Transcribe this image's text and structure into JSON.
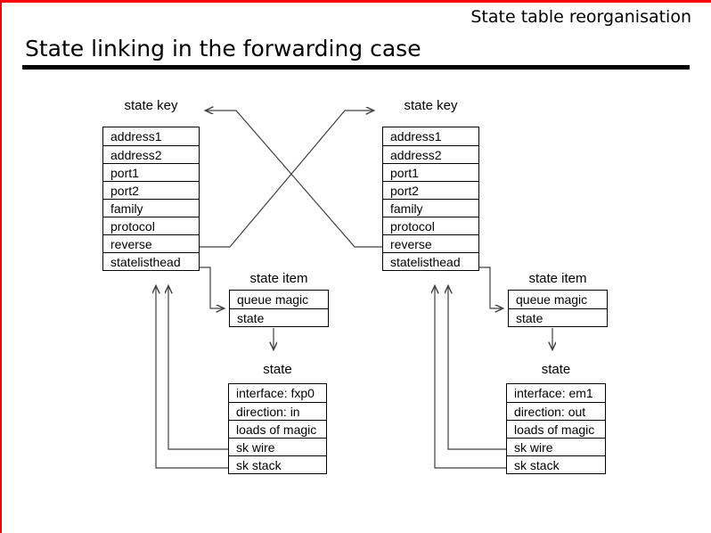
{
  "slide": {
    "deck_title": "State table reorganisation",
    "page_title": "State linking in the forwarding case"
  },
  "colors": {
    "accent_red": "#ff0000",
    "wire": "#404040"
  },
  "diagram": {
    "left_key": {
      "label": "state key",
      "rows": [
        "address1",
        "address2",
        "port1",
        "port2",
        "family",
        "protocol",
        "reverse",
        "statelisthead"
      ]
    },
    "right_key": {
      "label": "state key",
      "rows": [
        "address1",
        "address2",
        "port1",
        "port2",
        "family",
        "protocol",
        "reverse",
        "statelisthead"
      ]
    },
    "left_item": {
      "label": "state item",
      "rows": [
        "queue magic",
        "state"
      ]
    },
    "right_item": {
      "label": "state item",
      "rows": [
        "queue magic",
        "state"
      ]
    },
    "left_state": {
      "label": "state",
      "rows": [
        "interface: fxp0",
        "direction: in",
        "loads of magic",
        "sk wire",
        "sk stack"
      ]
    },
    "right_state": {
      "label": "state",
      "rows": [
        "interface: em1",
        "direction: out",
        "loads of magic",
        "sk wire",
        "sk stack"
      ]
    }
  }
}
